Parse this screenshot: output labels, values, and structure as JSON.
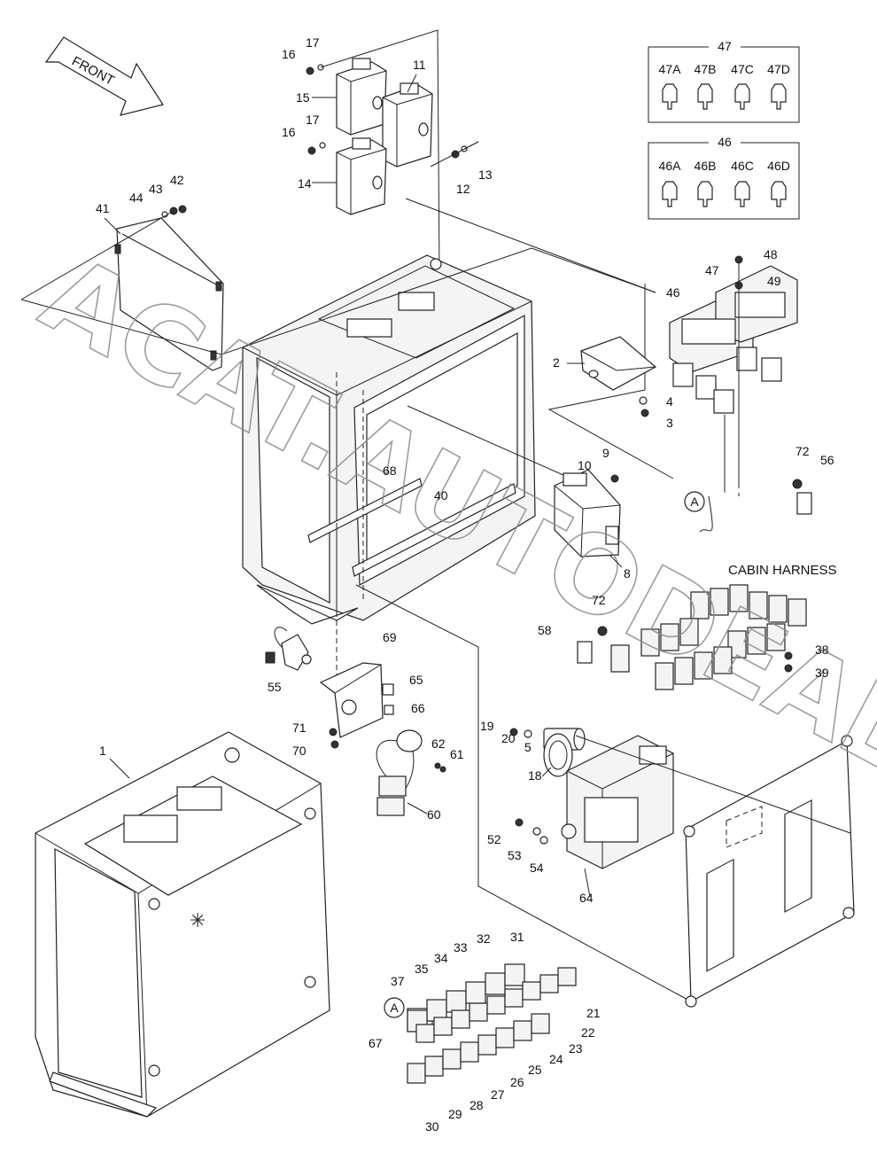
{
  "watermark": "ACAT.AUTODEALER.RU",
  "front_label": "FRONT",
  "cabin_harness_label": "CABIN HARNESS",
  "fuse_boxes": [
    {
      "title": "47",
      "items": [
        "47A",
        "47B",
        "47C",
        "47D"
      ]
    },
    {
      "title": "46",
      "items": [
        "46A",
        "46B",
        "46C",
        "46D"
      ]
    }
  ],
  "part_labels": [
    {
      "id": "p16a",
      "text": "16"
    },
    {
      "id": "p17a",
      "text": "17"
    },
    {
      "id": "p15",
      "text": "15"
    },
    {
      "id": "p11",
      "text": "11"
    },
    {
      "id": "p16b",
      "text": "16"
    },
    {
      "id": "p17b",
      "text": "17"
    },
    {
      "id": "p14",
      "text": "14"
    },
    {
      "id": "p12",
      "text": "12"
    },
    {
      "id": "p13",
      "text": "13"
    },
    {
      "id": "p41",
      "text": "41"
    },
    {
      "id": "p44",
      "text": "44"
    },
    {
      "id": "p43",
      "text": "43"
    },
    {
      "id": "p42",
      "text": "42"
    },
    {
      "id": "p48",
      "text": "48"
    },
    {
      "id": "p47",
      "text": "47"
    },
    {
      "id": "p49",
      "text": "49"
    },
    {
      "id": "p46",
      "text": "46"
    },
    {
      "id": "p2",
      "text": "2"
    },
    {
      "id": "p4",
      "text": "4"
    },
    {
      "id": "p3",
      "text": "3"
    },
    {
      "id": "p9",
      "text": "9"
    },
    {
      "id": "p10",
      "text": "10"
    },
    {
      "id": "p72a",
      "text": "72"
    },
    {
      "id": "p56",
      "text": "56"
    },
    {
      "id": "p8",
      "text": "8"
    },
    {
      "id": "p68",
      "text": "68"
    },
    {
      "id": "p40",
      "text": "40"
    },
    {
      "id": "p69",
      "text": "69"
    },
    {
      "id": "p55",
      "text": "55"
    },
    {
      "id": "p65",
      "text": "65"
    },
    {
      "id": "p66",
      "text": "66"
    },
    {
      "id": "p71",
      "text": "71"
    },
    {
      "id": "p70",
      "text": "70"
    },
    {
      "id": "p62",
      "text": "62"
    },
    {
      "id": "p61",
      "text": "61"
    },
    {
      "id": "p60",
      "text": "60"
    },
    {
      "id": "p72b",
      "text": "72"
    },
    {
      "id": "p58",
      "text": "58"
    },
    {
      "id": "p38",
      "text": "38"
    },
    {
      "id": "p39",
      "text": "39"
    },
    {
      "id": "p19",
      "text": "19"
    },
    {
      "id": "p20",
      "text": "20"
    },
    {
      "id": "p5",
      "text": "5"
    },
    {
      "id": "p18",
      "text": "18"
    },
    {
      "id": "p52",
      "text": "52"
    },
    {
      "id": "p53",
      "text": "53"
    },
    {
      "id": "p54",
      "text": "54"
    },
    {
      "id": "p64",
      "text": "64"
    },
    {
      "id": "p1",
      "text": "1"
    },
    {
      "id": "p37",
      "text": "37"
    },
    {
      "id": "p35",
      "text": "35"
    },
    {
      "id": "p34",
      "text": "34"
    },
    {
      "id": "p33",
      "text": "33"
    },
    {
      "id": "p32",
      "text": "32"
    },
    {
      "id": "p31",
      "text": "31"
    },
    {
      "id": "p67",
      "text": "67"
    },
    {
      "id": "p21",
      "text": "21"
    },
    {
      "id": "p22",
      "text": "22"
    },
    {
      "id": "p23",
      "text": "23"
    },
    {
      "id": "p24",
      "text": "24"
    },
    {
      "id": "p25",
      "text": "25"
    },
    {
      "id": "p26",
      "text": "26"
    },
    {
      "id": "p27",
      "text": "27"
    },
    {
      "id": "p28",
      "text": "28"
    },
    {
      "id": "p29",
      "text": "29"
    },
    {
      "id": "p30",
      "text": "30"
    }
  ],
  "callout_a": "A"
}
